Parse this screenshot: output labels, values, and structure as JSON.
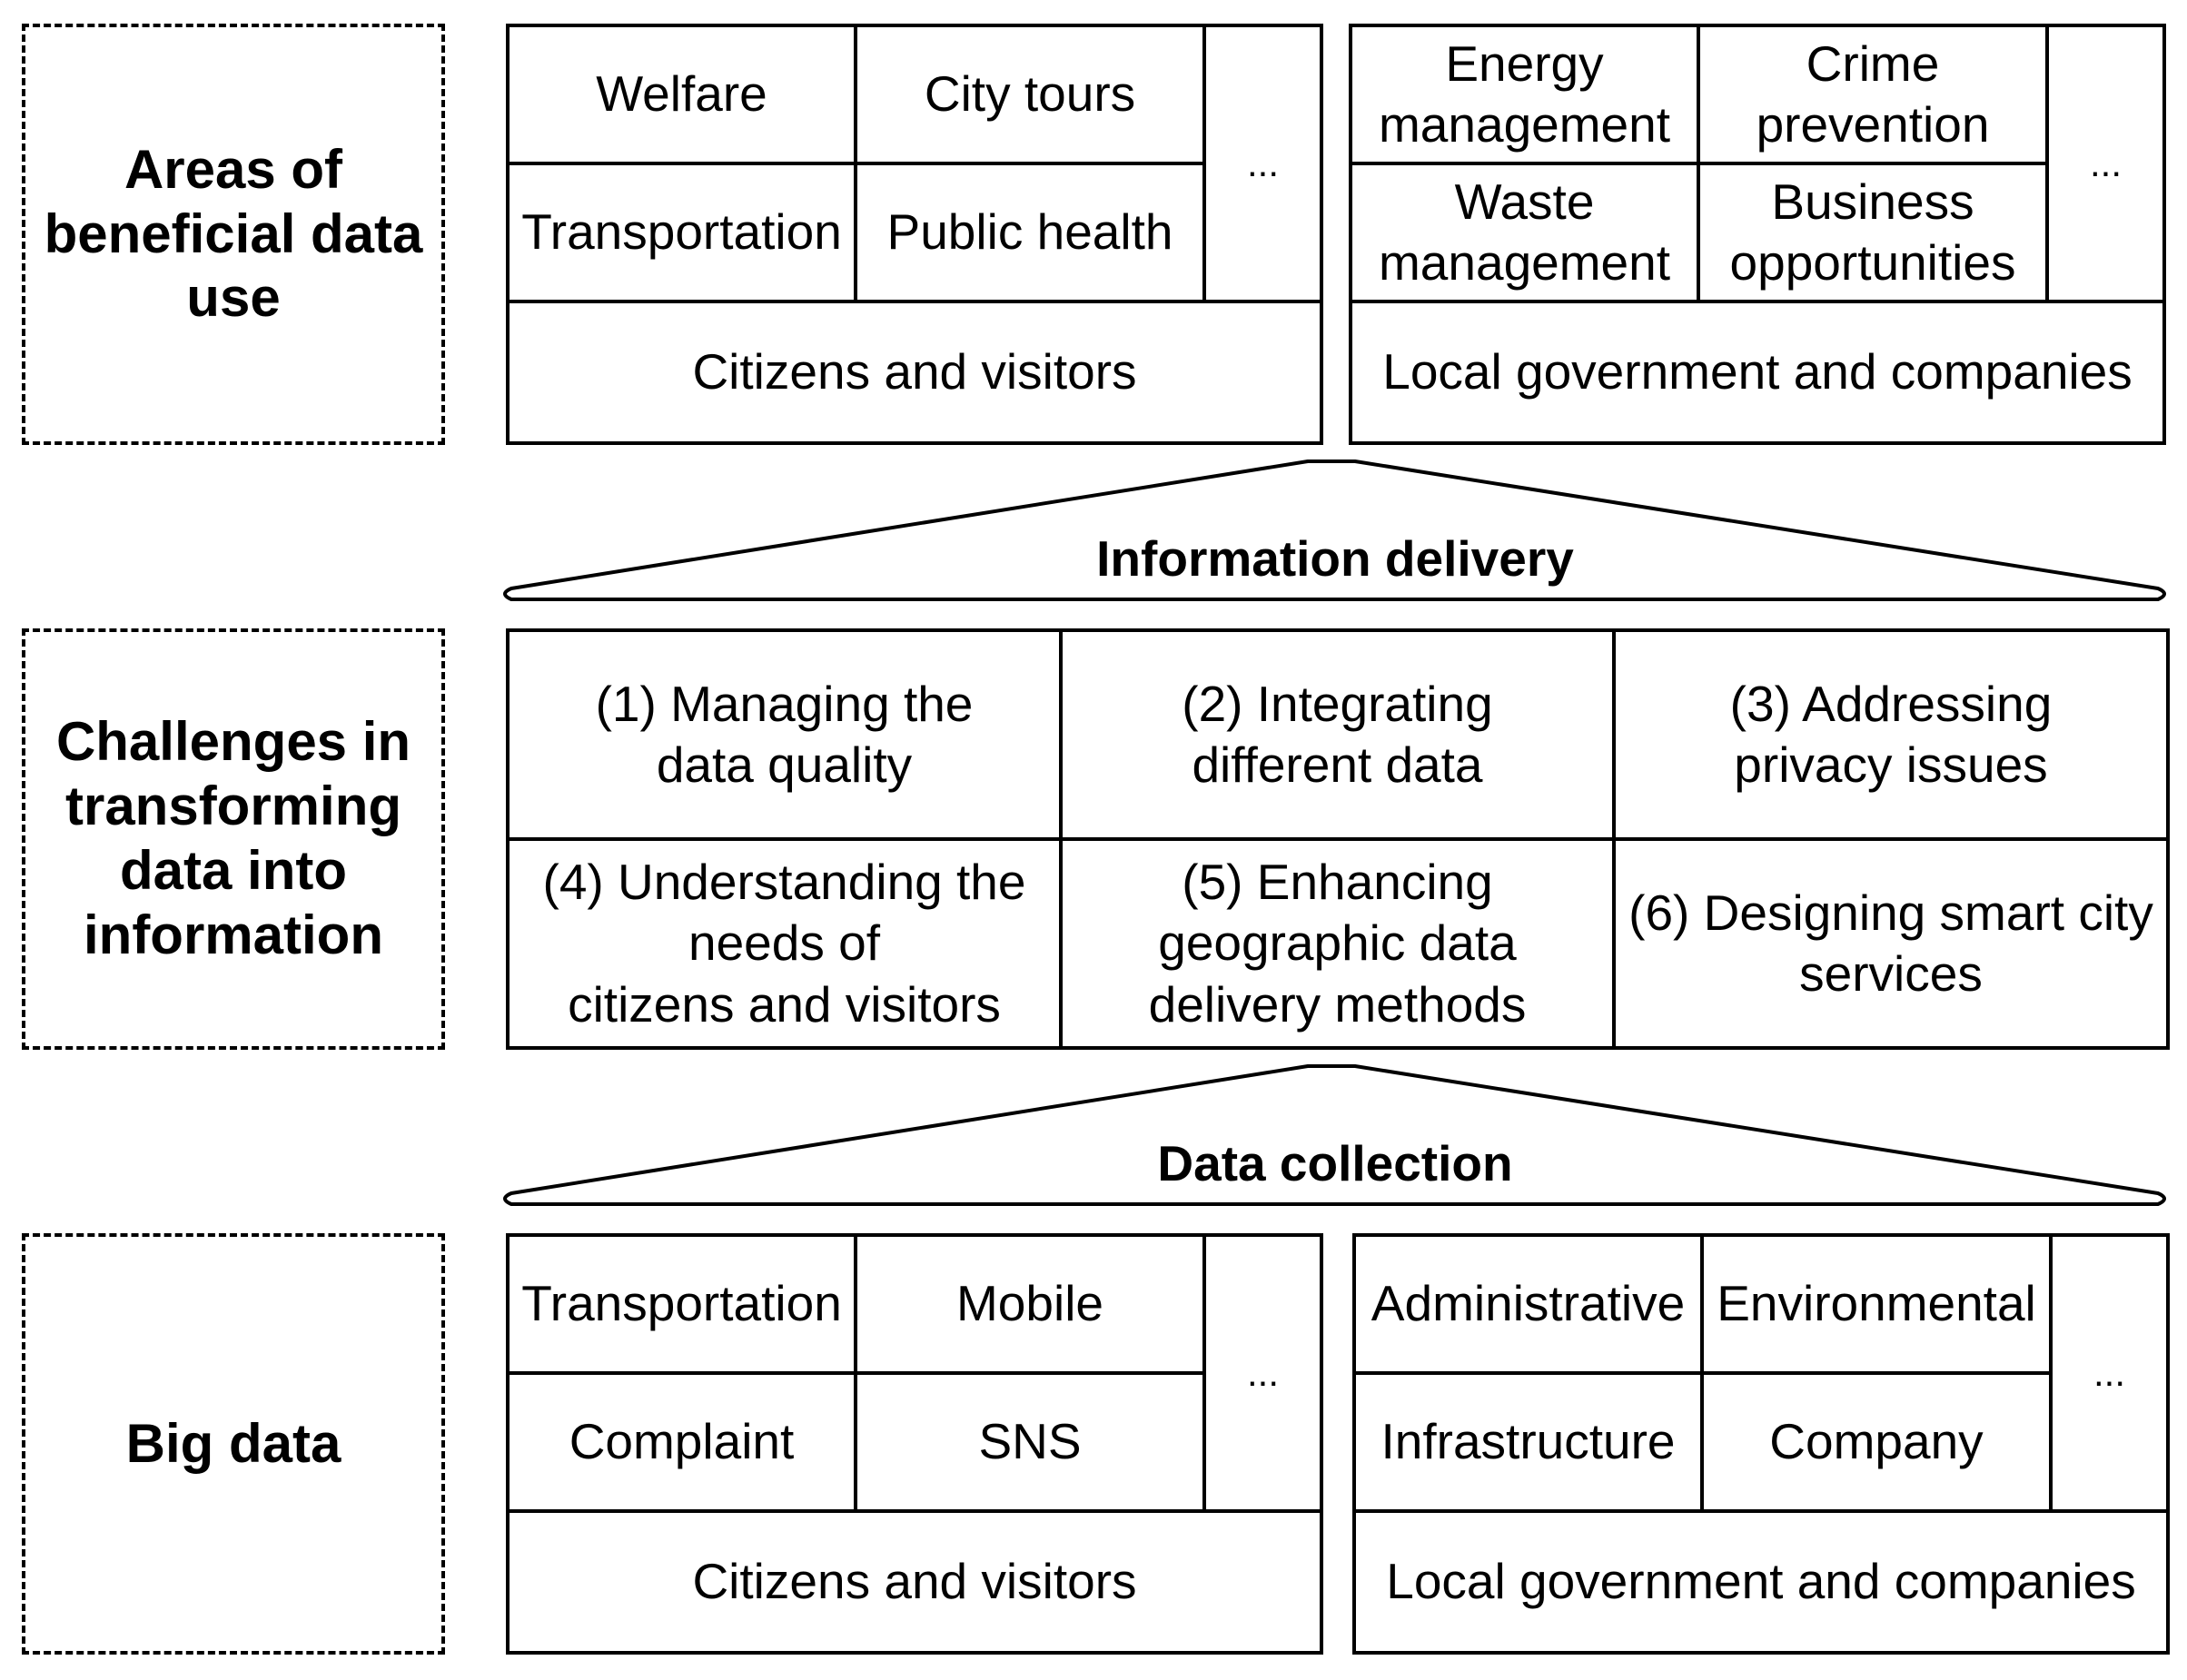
{
  "labels": {
    "areas": "Areas of\nbeneficial data\nuse",
    "challenges": "Challenges in\ntransforming\ndata into\ninformation",
    "big_data": "Big data"
  },
  "areas": {
    "left": {
      "cells": [
        "Welfare",
        "City tours",
        "Transportation",
        "Public health"
      ],
      "more": "...",
      "footer": "Citizens and visitors"
    },
    "right": {
      "cells": [
        "Energy\nmanagement",
        "Crime\nprevention",
        "Waste\nmanagement",
        "Business\nopportunities"
      ],
      "more": "...",
      "footer": "Local government and companies"
    }
  },
  "bands": {
    "info_delivery": "Information delivery",
    "data_collection": "Data collection"
  },
  "challenges": [
    "(1) Managing the\ndata quality",
    "(2) Integrating\ndifferent data",
    "(3) Addressing\nprivacy issues",
    "(4) Understanding the\nneeds of\ncitizens and visitors",
    "(5) Enhancing\ngeographic data\ndelivery methods",
    "(6) Designing smart city\nservices"
  ],
  "big_data": {
    "left": {
      "cells": [
        "Transportation",
        "Mobile",
        "Complaint",
        "SNS"
      ],
      "more": "...",
      "footer": "Citizens and visitors"
    },
    "right": {
      "cells": [
        "Administrative",
        "Environmental",
        "Infrastructure",
        "Company"
      ],
      "more": "...",
      "footer": "Local government and companies"
    }
  }
}
